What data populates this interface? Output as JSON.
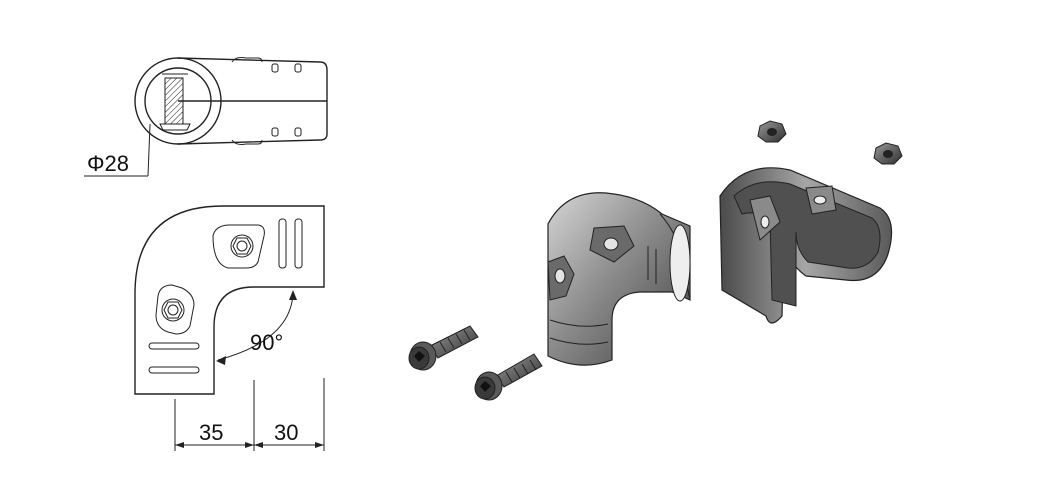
{
  "drawing": {
    "diameter_label": "Φ28",
    "angle_label": "90°",
    "dim_left_label": "35",
    "dim_right_label": "30"
  },
  "colors": {
    "line": "#222222",
    "metal_dark": "#4a4a4a",
    "metal_mid": "#8a8a8a",
    "metal_light": "#c8c8c8",
    "background": "#ffffff"
  }
}
